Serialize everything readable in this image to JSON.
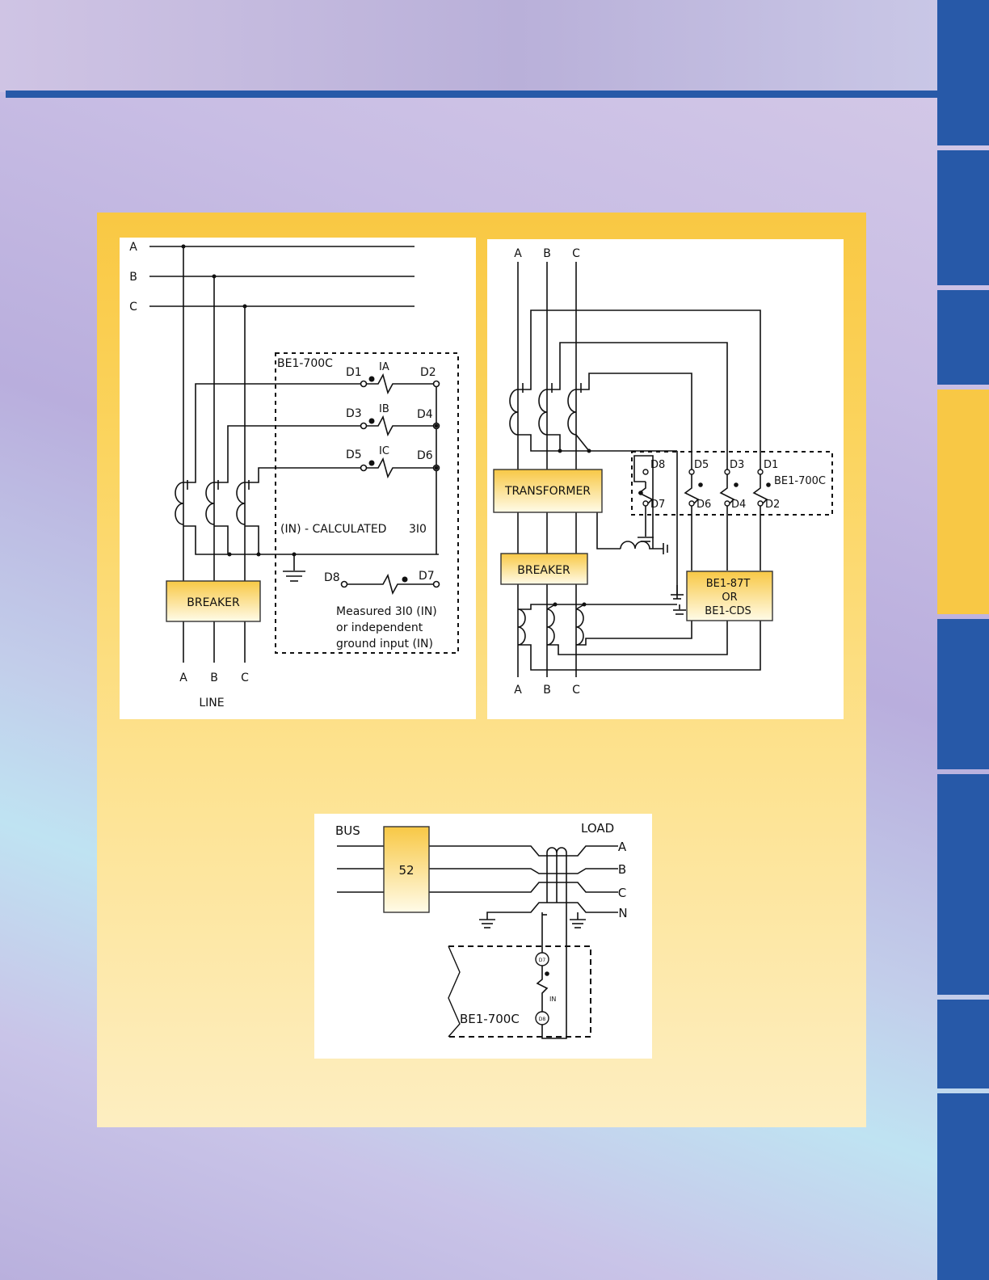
{
  "colors": {
    "blue": "#2759a8",
    "tab_active": "#f8c845",
    "box_fill_top": "#f8c845",
    "box_fill_bottom": "#fffbe8"
  },
  "diagram1": {
    "phase_labels_top": [
      "A",
      "B",
      "C"
    ],
    "relay_label": "BE1-700C",
    "terminals": [
      "D1",
      "D2",
      "D3",
      "D4",
      "D5",
      "D6",
      "D8",
      "D7"
    ],
    "coil_labels": [
      "IA",
      "IB",
      "IC"
    ],
    "calculated_label": "(IN) - CALCULATED",
    "calculated_value": "3I0",
    "breaker_label": "BREAKER",
    "measured_line1": "Measured   3I0 (IN)",
    "measured_line2": "or independent",
    "measured_line3": "ground  input (IN)",
    "phase_labels_bottom": [
      "A",
      "B",
      "C"
    ],
    "line_label": "LINE"
  },
  "diagram2": {
    "phase_labels_top": [
      "A",
      "B",
      "C"
    ],
    "transformer_label": "TRANSFORMER",
    "breaker_label": "BREAKER",
    "terminals_top": [
      "D8",
      "D5",
      "D3",
      "D1"
    ],
    "terminals_bottom": [
      "D7",
      "D6",
      "D4",
      "D2"
    ],
    "relay_label": "BE1-700C",
    "diff_relay_lines": [
      "BE1-87T",
      "OR",
      "BE1-CDS"
    ],
    "phase_labels_bottom": [
      "A",
      "B",
      "C"
    ]
  },
  "diagram3": {
    "bus_label": "BUS",
    "load_label": "LOAD",
    "breaker_label": "52",
    "phases": [
      "A",
      "B",
      "C",
      "N"
    ],
    "terminal_top": "D7",
    "terminal_bottom": "D8",
    "coil_label": "IN",
    "relay_label": "BE1-700C"
  }
}
